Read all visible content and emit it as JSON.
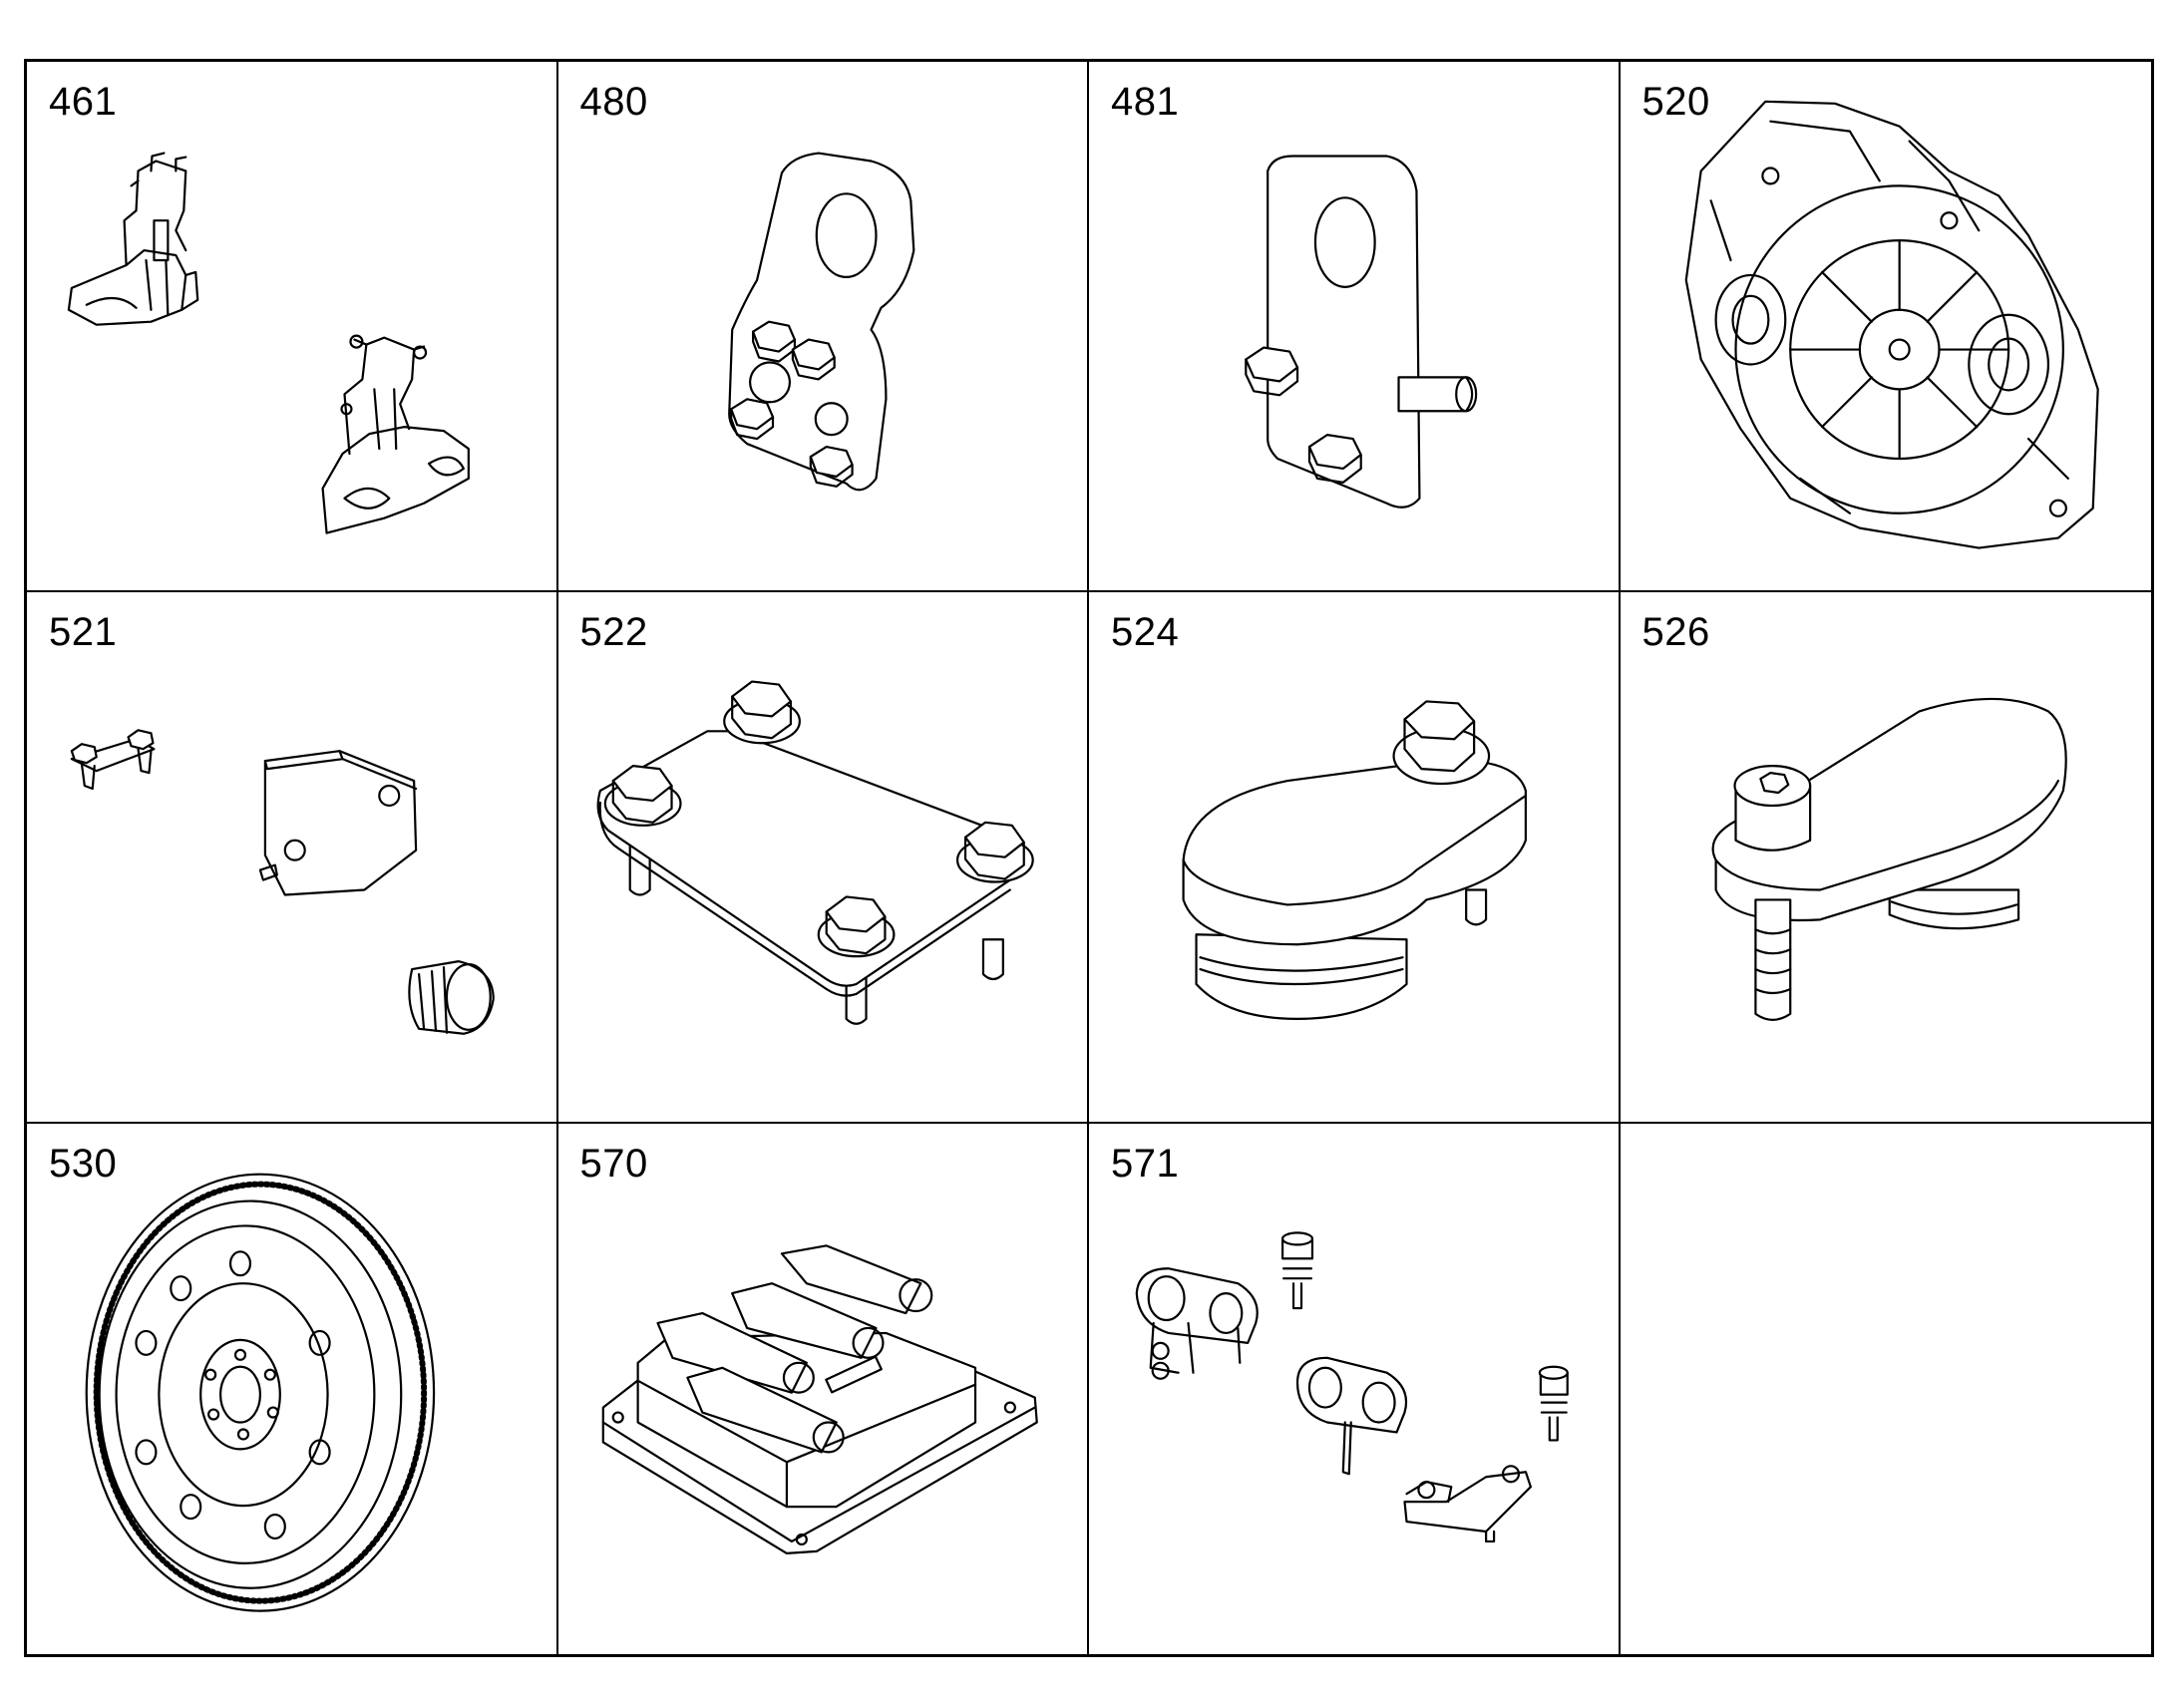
{
  "cells": [
    {
      "number": "461",
      "part_icon": "bracket-clamp-pair-icon"
    },
    {
      "number": "480",
      "part_icon": "lifting-eye-plate-three-bolt-icon"
    },
    {
      "number": "481",
      "part_icon": "lifting-eye-plate-two-bolt-icon"
    },
    {
      "number": "520",
      "part_icon": "flywheel-housing-icon"
    },
    {
      "number": "521",
      "part_icon": "cover-plate-kit-icon"
    },
    {
      "number": "522",
      "part_icon": "four-bolt-plate-icon"
    },
    {
      "number": "524",
      "part_icon": "oval-cover-single-bolt-icon"
    },
    {
      "number": "526",
      "part_icon": "oval-cover-socket-screw-icon"
    },
    {
      "number": "530",
      "part_icon": "flywheel-icon"
    },
    {
      "number": "570",
      "part_icon": "valve-block-icon"
    },
    {
      "number": "571",
      "part_icon": "pipe-clamp-kit-icon"
    },
    {
      "number": "",
      "part_icon": ""
    }
  ]
}
